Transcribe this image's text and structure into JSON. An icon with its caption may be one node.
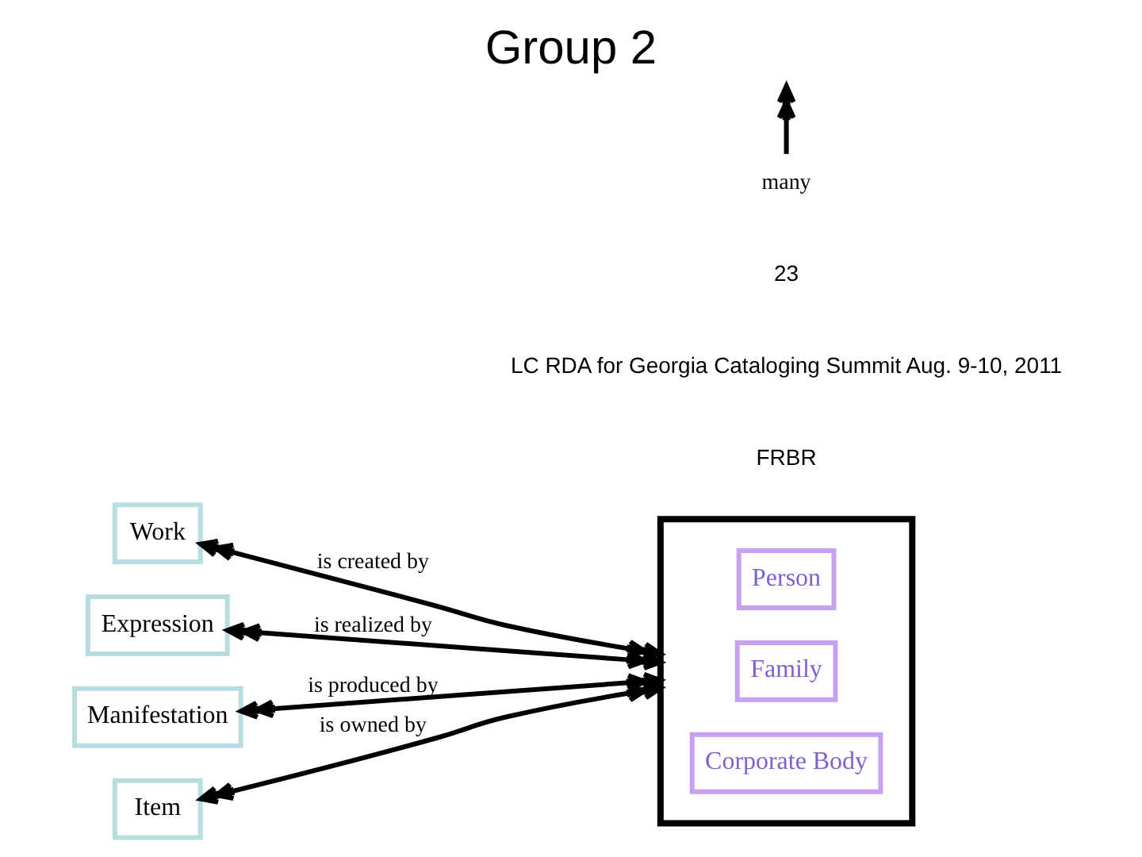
{
  "diagram": {
    "title": "Group 2",
    "nodes": [
      {
        "text": [
          "Work"
        ]
      },
      {
        "text": [
          "Expression"
        ]
      },
      {
        "text": [
          "Manifestation"
        ]
      },
      {
        "text": [
          "Item"
        ]
      },
      {
        "text": [],
        "shape": "box"
      },
      {
        "text": [
          "Person"
        ],
        "in": 4
      },
      {
        "text": [
          "Family"
        ],
        "in": 4
      },
      {
        "text": [
          "Corporate Body"
        ],
        "in": 4
      }
    ],
    "edges": [
      {
        "from": 4,
        "to": 3,
        "arrow": "both",
        "label": "is owned by"
      },
      {
        "from": 4,
        "to": 2,
        "arrow": "both",
        "label": "is produced by"
      },
      {
        "from": 4,
        "to": 1,
        "arrow": "both",
        "label": "is realized by"
      },
      {
        "from": 4,
        "to": 0,
        "arrow": "both",
        "label": "is created by"
      }
    ],
    "labels": [
      "FRBR",
      "LC RDA for Georgia Cataloging Summit Aug. 9-10, 2011",
      "23"
    ],
    "legend": [
      {
        "text": "many"
      }
    ]
  }
}
